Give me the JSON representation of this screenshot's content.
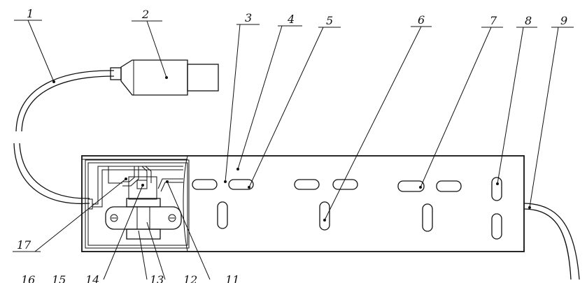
{
  "labels": {
    "l1": "1",
    "l2": "2",
    "l3": "3",
    "l4": "4",
    "l5": "5",
    "l6": "6",
    "l7": "7",
    "l8": "8",
    "l9": "9",
    "l11": "11",
    "l12": "12",
    "l13": "13",
    "l14": "14",
    "l15": "15",
    "l16": "16",
    "l17": "17"
  }
}
